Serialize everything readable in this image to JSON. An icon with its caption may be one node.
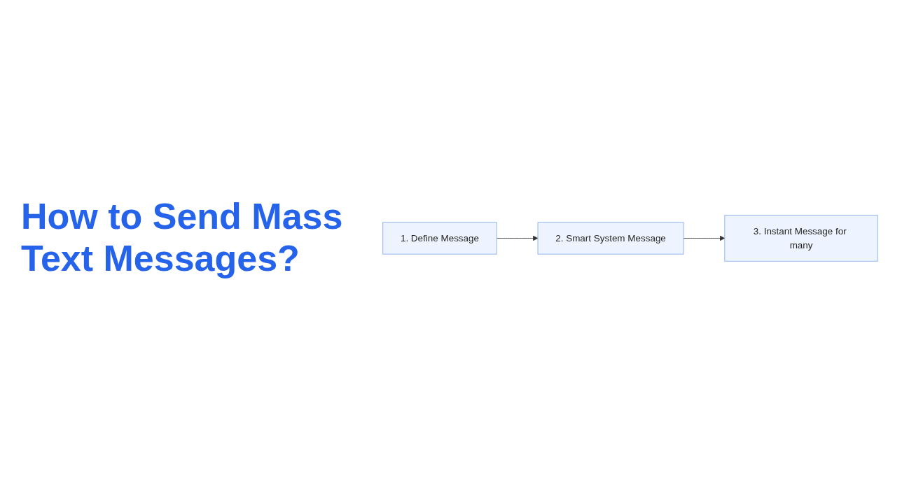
{
  "diagram": {
    "title": "How to Send Mass Text Messages?",
    "nodes": [
      {
        "text": [
          "1. Define Message"
        ]
      },
      {
        "text": [
          "2. Smart System Message"
        ]
      },
      {
        "text": [
          "3. Instant Message for many"
        ]
      }
    ],
    "edges": [
      {
        "from": 0,
        "to": 1,
        "arrow": "to"
      },
      {
        "from": 1,
        "to": 2,
        "arrow": "to"
      }
    ]
  }
}
